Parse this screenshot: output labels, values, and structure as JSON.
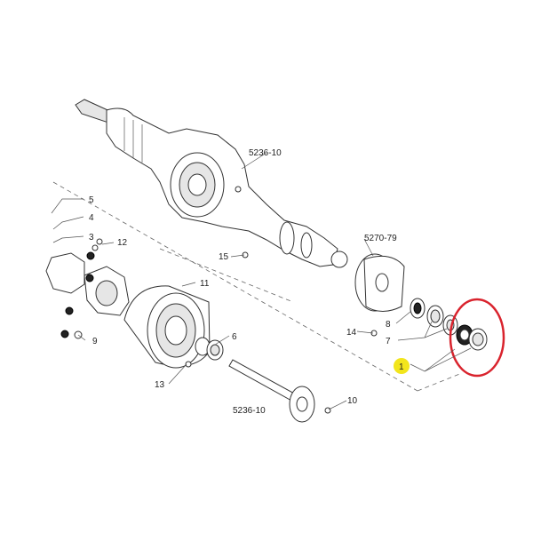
{
  "labels": {
    "axle_top": "5236-10",
    "brake": "5270-79",
    "shaft": "5236-10",
    "n1": "1",
    "n3": "3",
    "n4": "4",
    "n5": "5",
    "n6": "6",
    "n7": "7",
    "n8": "8",
    "n9": "9",
    "n10": "10",
    "n11": "11",
    "n12": "12",
    "n13": "13",
    "n14": "14",
    "n15": "15"
  },
  "colors": {
    "highlight_circle": "#d9232d",
    "badge": "#f2e51c",
    "line": "#333333"
  }
}
